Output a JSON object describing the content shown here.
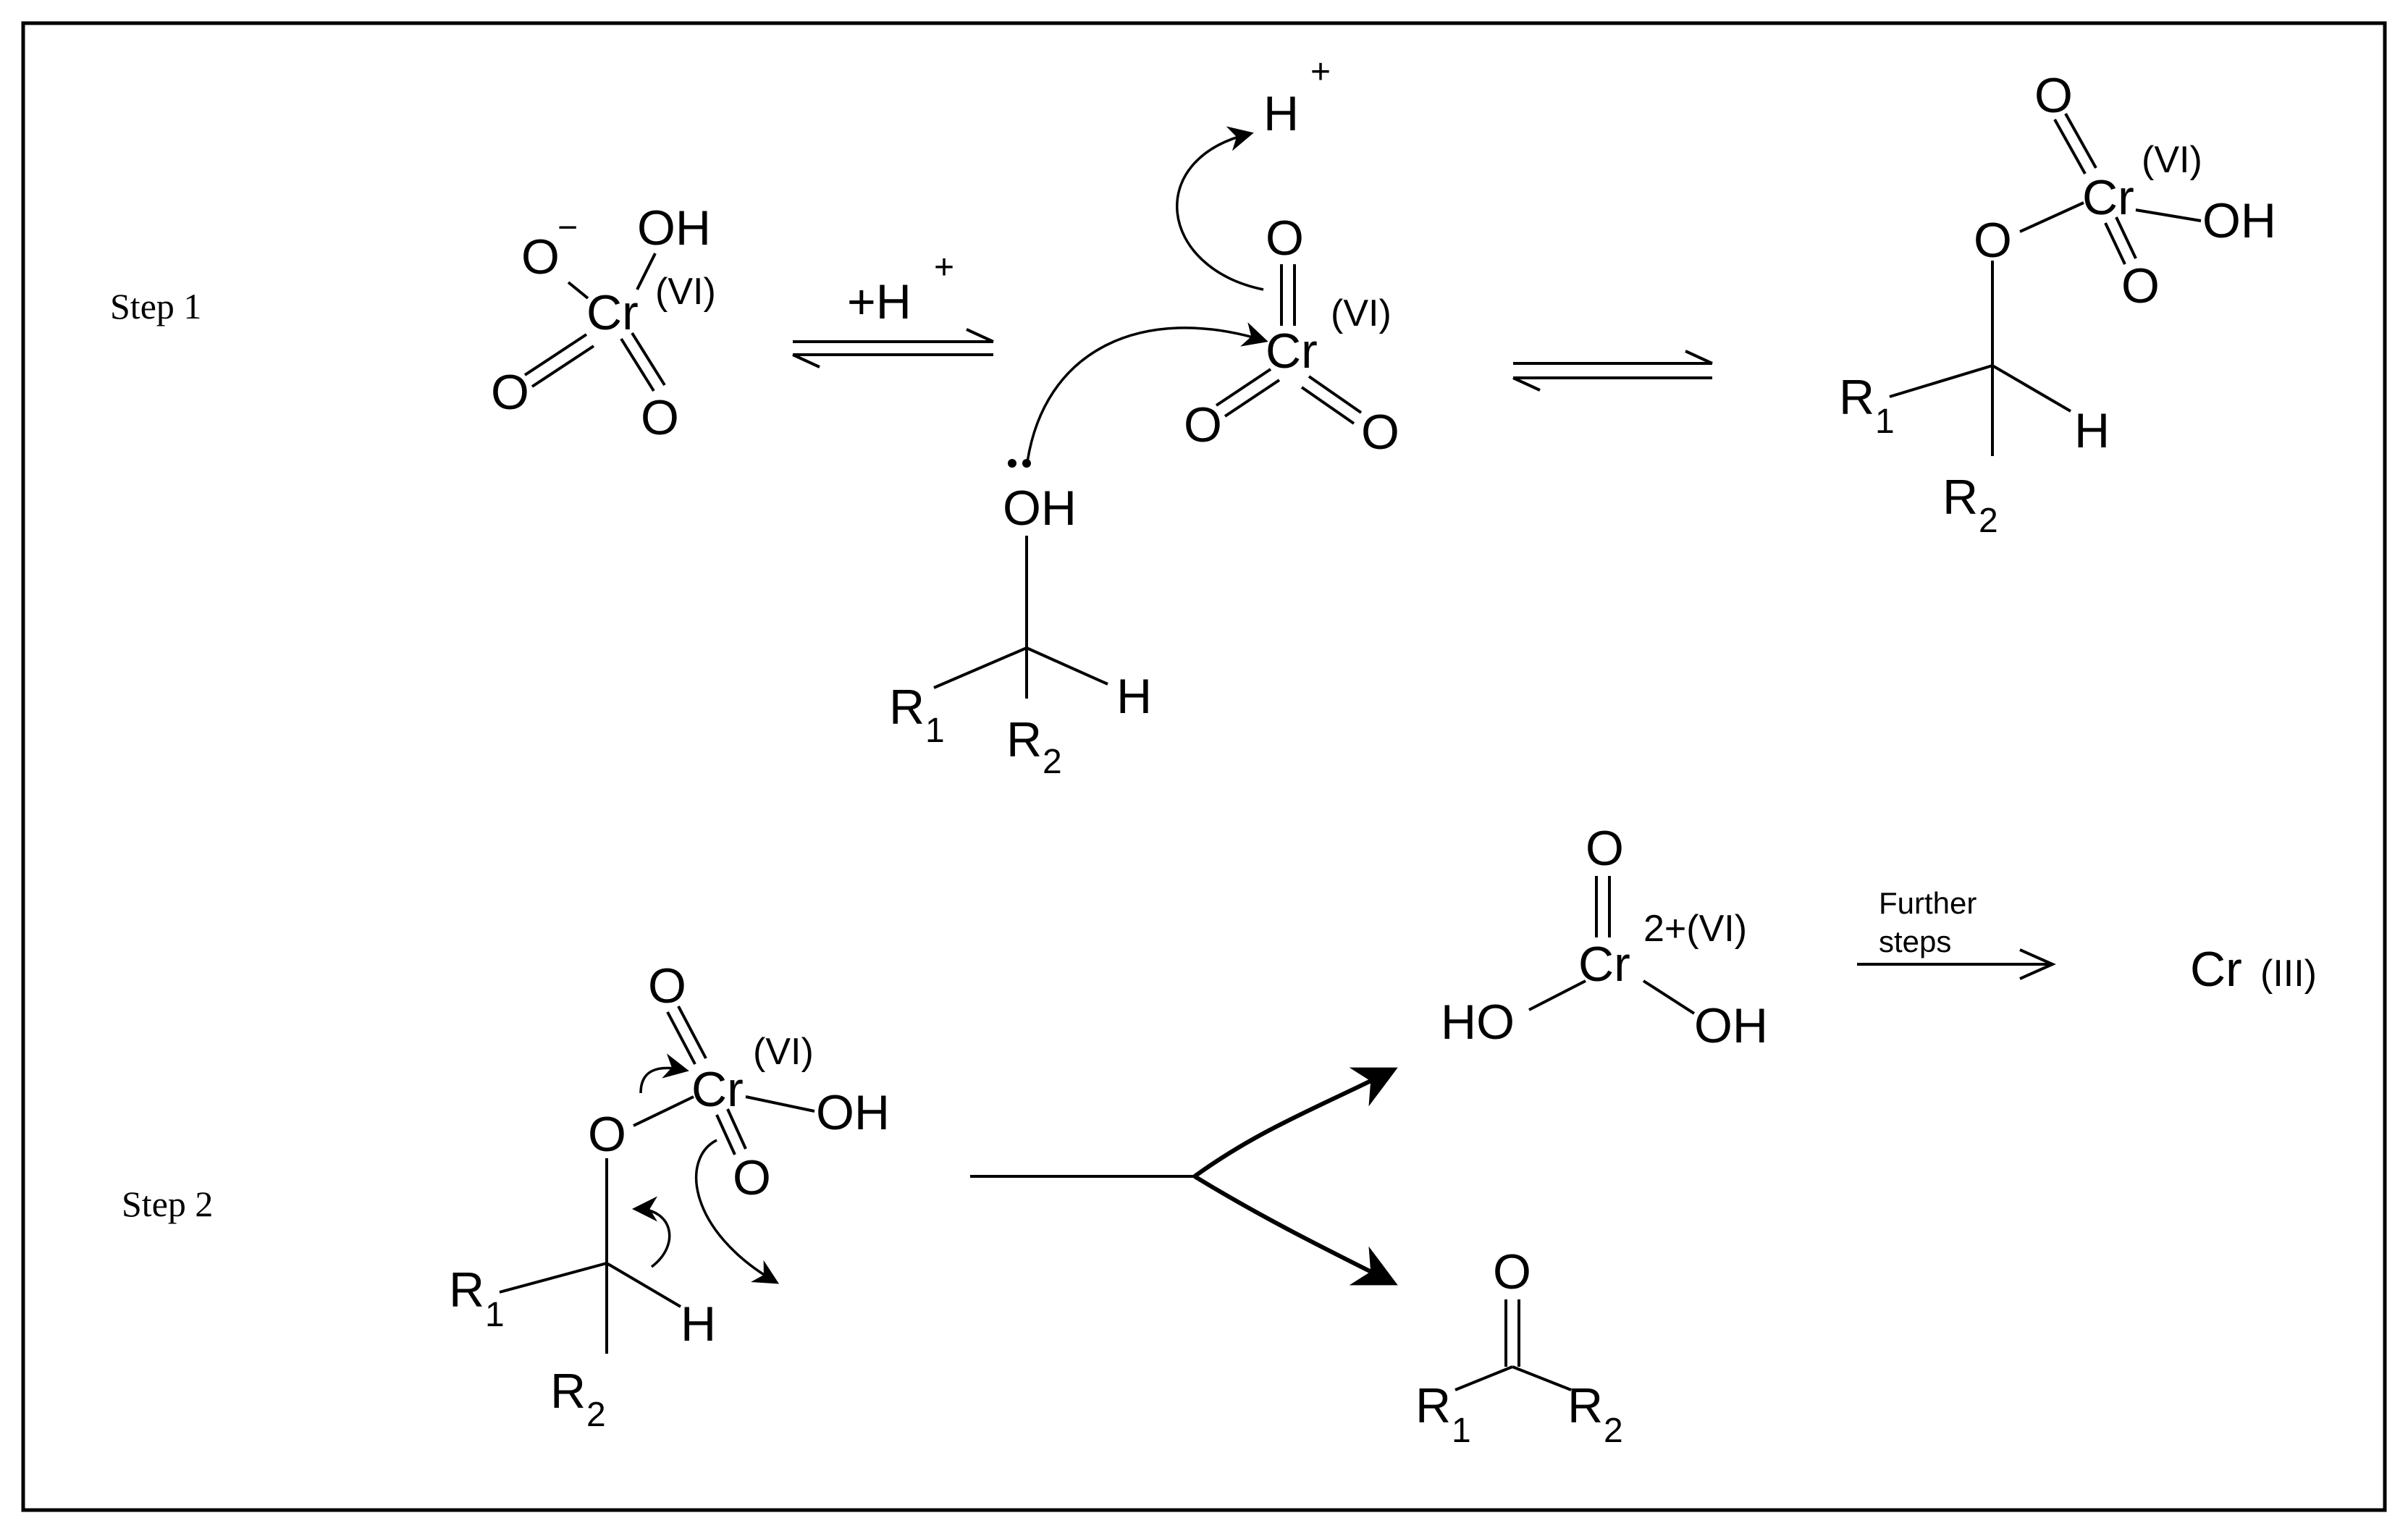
{
  "labels": {
    "step1": "Step 1",
    "step2": "Step 2",
    "plus_h": "+H",
    "plus": "+",
    "minus": "−",
    "oxidation_vi": "(VI)",
    "oxidation_2plus_vi": "2+(VI)",
    "oxidation_iii": "(III)",
    "further": "Further",
    "steps": "steps"
  },
  "atoms": {
    "cr": "Cr",
    "o": "O",
    "oh": "OH",
    "ho": "HO",
    "h": "H",
    "r": "R",
    "sub1": "1",
    "sub2": "2"
  }
}
